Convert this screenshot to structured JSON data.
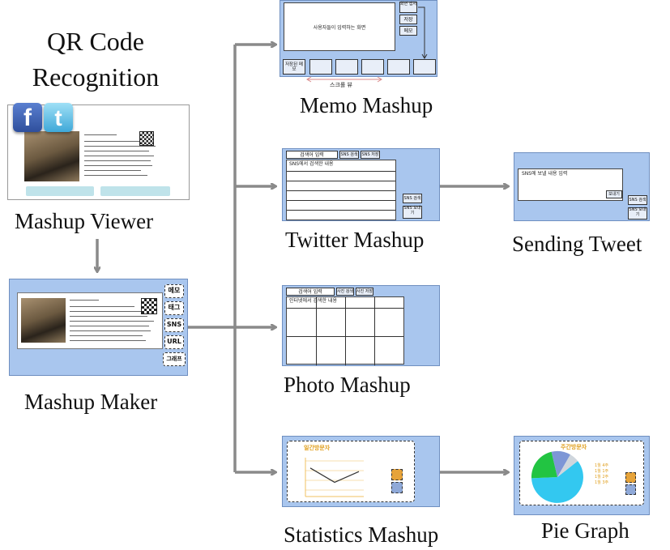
{
  "labels": {
    "qr_line1": "QR Code",
    "qr_line2": "Recognition",
    "mashup_viewer": "Mashup Viewer",
    "mashup_maker": "Mashup Maker",
    "memo_mashup": "Memo Mashup",
    "twitter_mashup": "Twitter Mashup",
    "sending_tweet": "Sending Tweet",
    "photo_mashup": "Photo Mashup",
    "statistics_mashup": "Statistics Mashup",
    "pie_graph": "Pie Graph"
  },
  "maker_buttons": [
    "메모",
    "태그",
    "SNS",
    "URL",
    "그래프"
  ],
  "memo": {
    "input_text": "사용자들이 입력하는 화면",
    "side_buttons": [
      "화면 캡처",
      "저장",
      "메모"
    ],
    "bottom_button": "저장된 메모",
    "scroll_label": "스크롤 뷰"
  },
  "twitter": {
    "search_box": "검색어 입력",
    "tabs": [
      "SNS 검색",
      "SNS 저장"
    ],
    "result_title": "SNS에서 검색한 내용",
    "buttons": [
      "SNS 검색",
      "SNS 보내기"
    ]
  },
  "tweet": {
    "input_text": "SNS에 보낼 내용 입력",
    "buttons": [
      "보내기",
      "SNS 검색",
      "SNS 보내기"
    ]
  },
  "photo": {
    "search_box": "검색어 입력",
    "tabs": [
      "사진 검색",
      "사진 저장"
    ],
    "result_title": "인터넷에서 검색한 내용"
  },
  "stats": {
    "title": "일간방문자",
    "chart_data": {
      "type": "line",
      "x": [
        1,
        2,
        3
      ],
      "y": [
        0.8,
        0.4,
        0.7
      ],
      "title": "일간방문자"
    }
  },
  "pie": {
    "title": "주간방문자",
    "chart_data": {
      "type": "pie",
      "values": [
        60,
        22,
        12,
        6
      ],
      "legend": [
        "1월 4주",
        "1월 1주",
        "1월 2주",
        "1월 3주"
      ],
      "colors": [
        "#33c8f0",
        "#22c442",
        "#7d96d6",
        "#cfd6dd"
      ]
    }
  },
  "colors": {
    "panel": "#a9c6ee",
    "arrow": "#8a8a8a"
  }
}
